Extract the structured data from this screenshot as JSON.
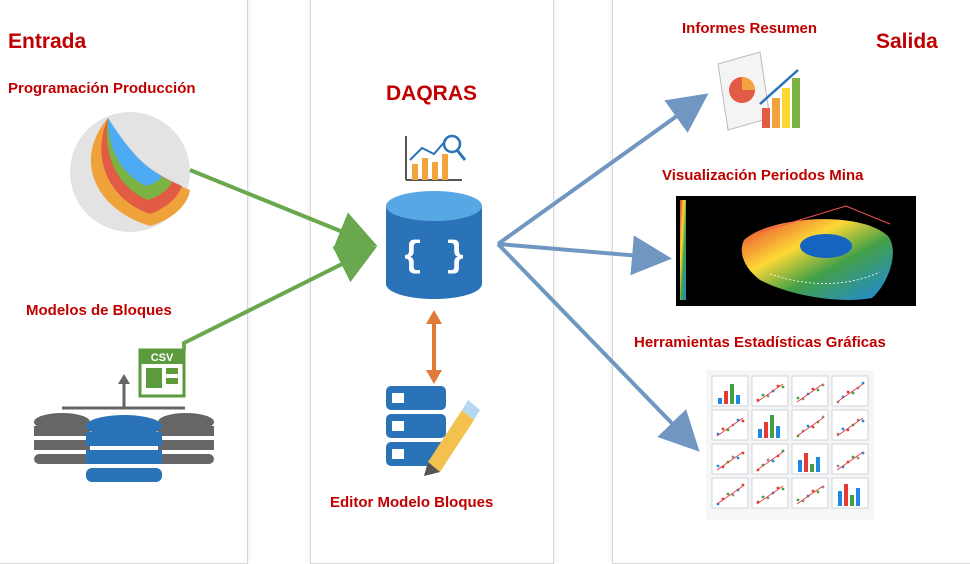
{
  "sections": {
    "input": {
      "title": "Entrada",
      "items": [
        "Programación Producción",
        "Modelos de Bloques"
      ]
    },
    "center": {
      "title": "DAQRAS",
      "editor": "Editor Modelo Bloques",
      "csv_badge": "CSV"
    },
    "output": {
      "title": "Salida",
      "items": [
        "Informes Resumen",
        "Visualización Periodos Mina",
        "Herramientas Estadísticas Gráficas"
      ]
    }
  },
  "colors": {
    "label": "#c00000",
    "green_arrow": "#6aa84f",
    "blue_arrow": "#6f97c2",
    "orange_arrow": "#e07b39",
    "db_blue": "#2a73b8"
  }
}
